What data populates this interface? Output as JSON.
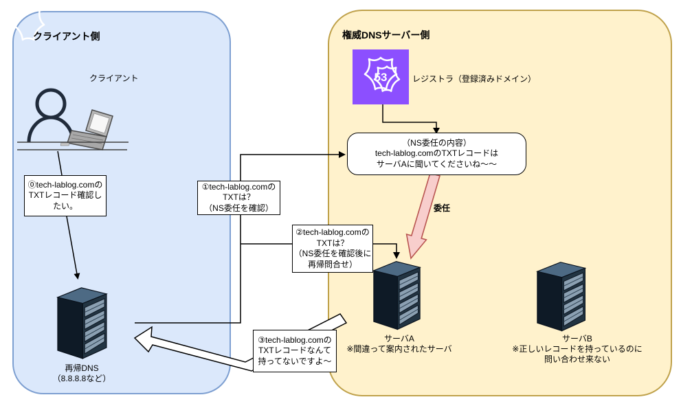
{
  "colors": {
    "client_area_fill": "#dbe8fb",
    "client_area_border": "#7d9fd1",
    "auth_area_fill": "#fff2cc",
    "auth_area_border": "#bfa14a",
    "delegation_arrow_fill": "#f8cecc",
    "delegation_arrow_border": "#b85450",
    "route53_purple": "#8C4FFF"
  },
  "client_area": {
    "title": "クライアント側",
    "client_label": "クライアント",
    "recursive_dns_name": "再帰DNS",
    "recursive_dns_note": "（8.8.8.8など）"
  },
  "auth_area": {
    "title": "権威DNSサーバー側",
    "registrar_label": "レジストラ（登録済みドメイン）",
    "route53_badge": "53",
    "server_a_name": "サーバA",
    "server_a_note": "※間違って案内されたサーバ",
    "server_b_name": "サーバB",
    "server_b_note": "※正しいレコードを持っているのに\n問い合わせ来ない",
    "delegation_label": "委任"
  },
  "messages": {
    "step0": "⓪tech-lablog.comの\nTXTレコード確認し\nたい。",
    "step1": "①tech-lablog.comの\nTXTは？\n（NS委任を確認）",
    "step2": "②tech-lablog.comの\nTXTは？\n（NS委任を確認後に\n再帰問合せ）",
    "step3": "③tech-lablog.comの\nTXTレコードなんて\n持ってないですよ～",
    "ns_delegation": "（NS委任の内容）\ntech-lablog.comのTXTレコードは\nサーバAに聞いてくださいね～～"
  }
}
